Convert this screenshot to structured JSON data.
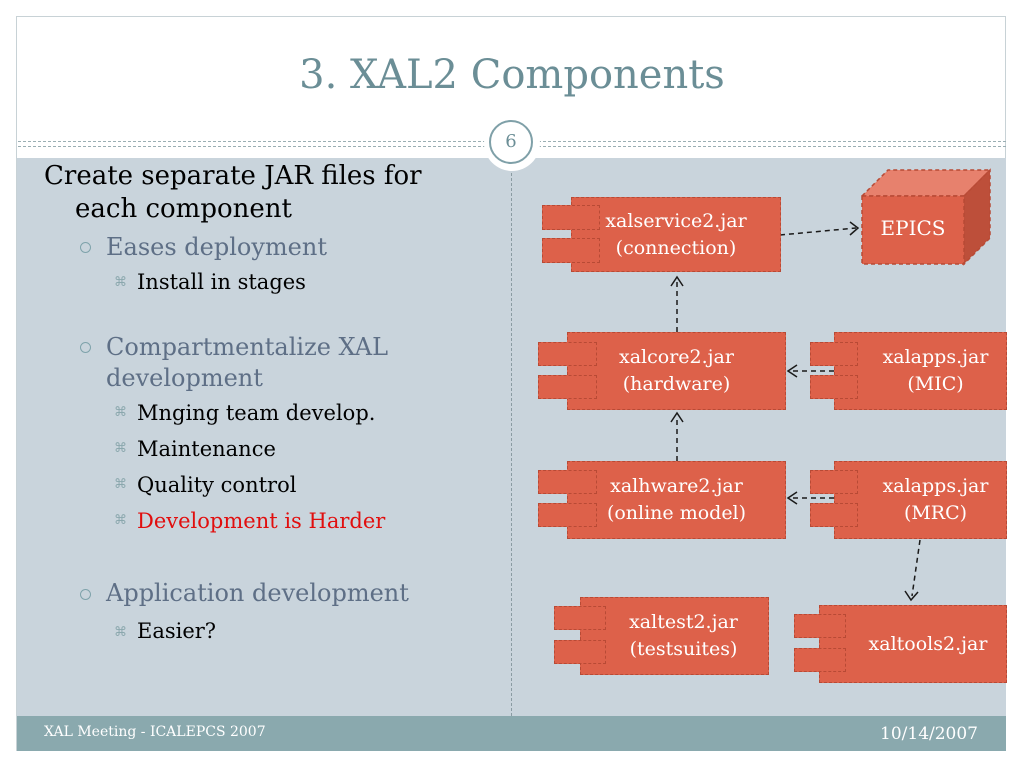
{
  "slide": {
    "title": "3. XAL2 Components",
    "page_number": "6",
    "footer_left": "XAL Meeting - ICALEPCS 2007",
    "footer_right": "10/14/2007"
  },
  "bullets": {
    "b1_line1": "Create separate JAR files for",
    "b1_line2": "each component",
    "b1_1": "Eases deployment",
    "b1_1_1": "Install in stages",
    "b1_2_line1": "Compartmentalize XAL",
    "b1_2_line2": "development",
    "b1_2_1": "Mnging team develop.",
    "b1_2_2": "Maintenance",
    "b1_2_3": "Quality control",
    "b1_2_4": "Development is Harder",
    "b1_3": "Application development",
    "b1_3_1": "Easier?"
  },
  "diagram": {
    "xalservice": [
      "xalservice2.jar",
      "(connection)"
    ],
    "epics": "EPICS",
    "xalcore": [
      "xalcore2.jar",
      "(hardware)"
    ],
    "xalapps_mic": [
      "xalapps.jar",
      "(MIC)"
    ],
    "xalhware": [
      "xalhware2.jar",
      "(online model)"
    ],
    "xalapps_mrc": [
      "xalapps.jar",
      "(MRC)"
    ],
    "xaltest": [
      "xaltest2.jar",
      "(testsuites)"
    ],
    "xaltools": "xaltools2.jar"
  },
  "colors": {
    "component_fill": "#dd614a",
    "title": "#6b8e96",
    "highlight_red": "#e10e0e",
    "content_bg": "#c9d4dc"
  }
}
